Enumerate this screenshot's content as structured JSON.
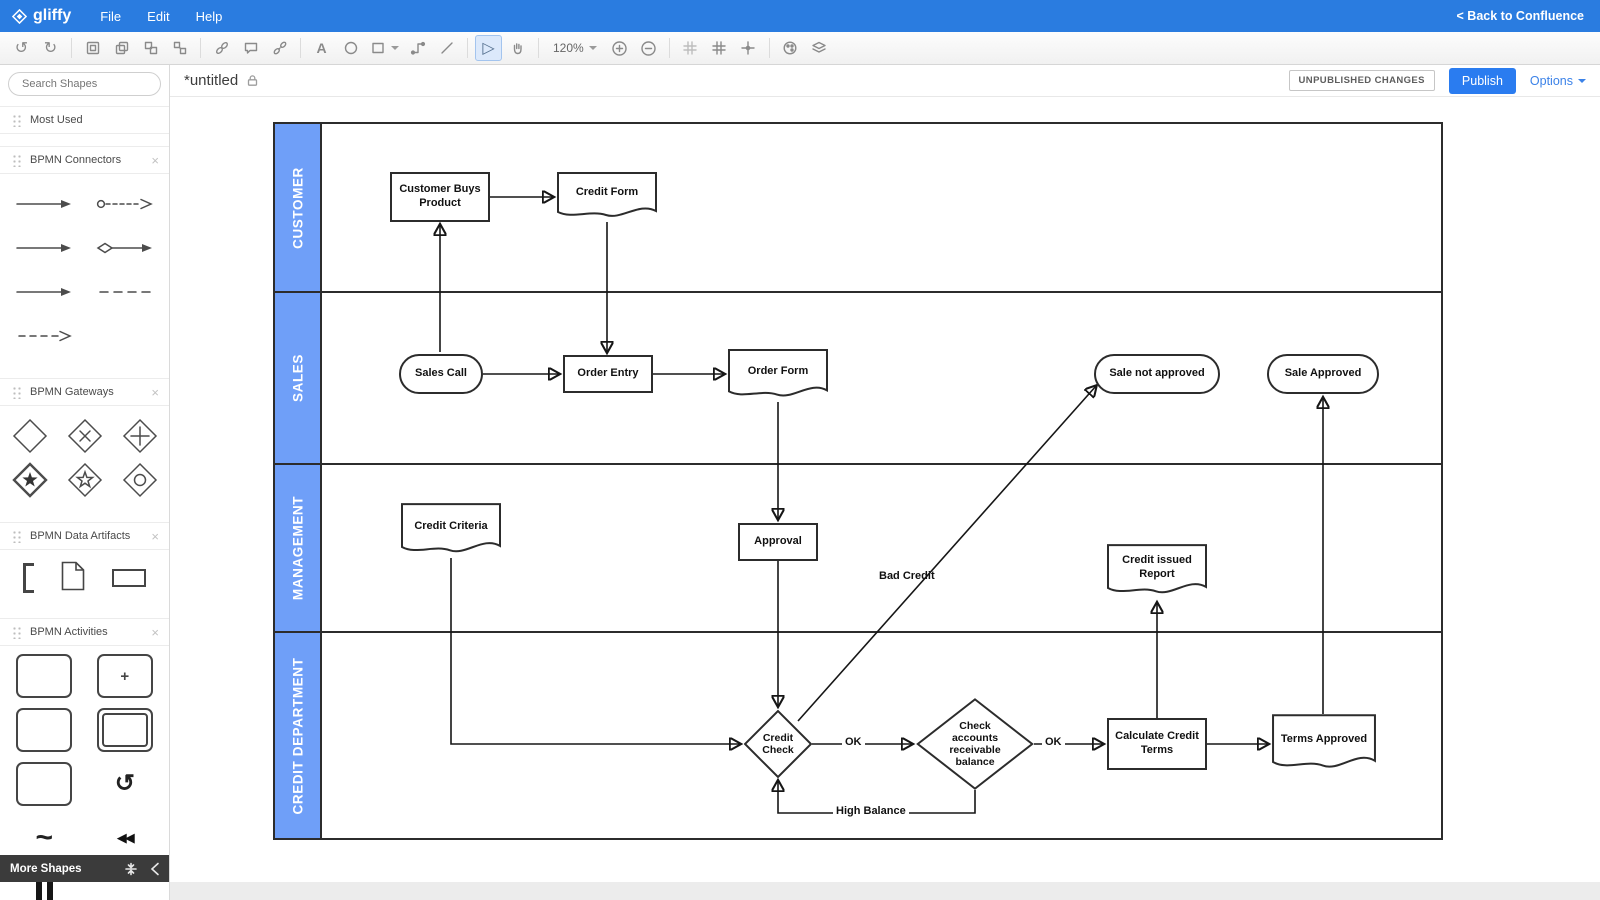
{
  "accent": "#2a7cf0",
  "topbar": {
    "logo": "gliffy",
    "menus": [
      "File",
      "Edit",
      "Help"
    ],
    "back_link": "< Back to Confluence"
  },
  "toolbar": {
    "zoom": "120%",
    "undo_glyph": "↺",
    "redo_glyph": "↻",
    "text_tool": "A",
    "pointer_glyph": "▷"
  },
  "docbar": {
    "title": "*untitled",
    "unpublished_badge": "UNPUBLISHED CHANGES",
    "publish": "Publish",
    "options": "Options"
  },
  "sidebar": {
    "search_placeholder": "Search Shapes",
    "close_glyph": "×",
    "sections": [
      {
        "label": "Most Used"
      },
      {
        "label": "BPMN Connectors"
      },
      {
        "label": "BPMN Gateways"
      },
      {
        "label": "BPMN Data Artifacts"
      },
      {
        "label": "BPMN Activities"
      }
    ],
    "glyphs": {
      "loop": "↺",
      "tilde": "~",
      "rewind": "◀◀",
      "plus": "+"
    },
    "more_shapes": "More Shapes"
  },
  "diagram": {
    "lanes": [
      "CUSTOMER",
      "SALES",
      "MANAGEMENT",
      "CREDIT DEPARTMENT"
    ],
    "nodes": {
      "customer_buys": {
        "label": "Customer Buys Product",
        "type": "task"
      },
      "credit_form": {
        "label": "Credit Form",
        "type": "document"
      },
      "sales_call": {
        "label": "Sales Call",
        "type": "terminator"
      },
      "order_entry": {
        "label": "Order Entry",
        "type": "task"
      },
      "order_form": {
        "label": "Order Form",
        "type": "document"
      },
      "sale_not_approved": {
        "label": "Sale not approved",
        "type": "terminator"
      },
      "sale_approved": {
        "label": "Sale Approved",
        "type": "terminator"
      },
      "credit_criteria": {
        "label": "Credit Criteria",
        "type": "document"
      },
      "approval": {
        "label": "Approval",
        "type": "task"
      },
      "credit_issued_report": {
        "label": "Credit issued Report",
        "type": "document"
      },
      "credit_check": {
        "label": "Credit Check",
        "type": "decision"
      },
      "check_accounts": {
        "label": "Check accounts receivable balance",
        "type": "decision"
      },
      "calculate_credit_terms": {
        "label": "Calculate Credit Terms",
        "type": "task"
      },
      "terms_approved": {
        "label": "Terms Approved",
        "type": "document"
      }
    },
    "edge_labels": {
      "ok_1": "OK",
      "ok_2": "OK",
      "bad_credit": "Bad Credit",
      "high_balance": "High Balance"
    }
  }
}
